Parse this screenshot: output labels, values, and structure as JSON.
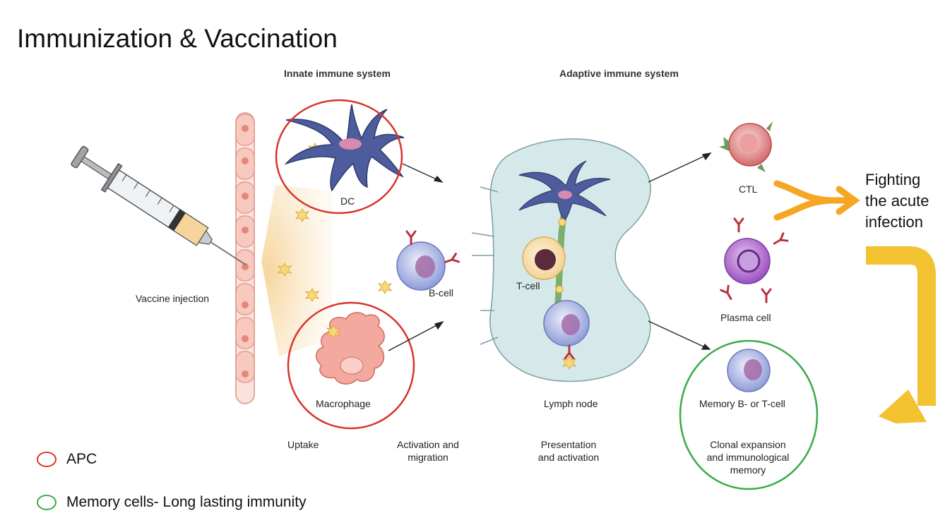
{
  "title": "Immunization & Vaccination",
  "headers": {
    "innate": "Innate immune system",
    "adaptive": "Adaptive immune system"
  },
  "labels": {
    "vaccine_injection": "Vaccine injection",
    "dc": "DC",
    "b_cell": "B-cell",
    "macrophage": "Macrophage",
    "t_cell": "T-cell",
    "lymph_node": "Lymph node",
    "ctl": "CTL",
    "plasma_cell": "Plasma cell",
    "memory_cell": "Memory B- or T-cell"
  },
  "stages": {
    "uptake": "Uptake",
    "activation_line1": "Activation and",
    "activation_line2": "migration",
    "presentation_line1": "Presentation",
    "presentation_line2": "and activation",
    "clonal_line1": "Clonal expansion",
    "clonal_line2": "and immunological",
    "clonal_line3": "memory"
  },
  "side_note": {
    "line1": "Fighting",
    "line2": "the acute",
    "line3": "infection"
  },
  "legend": [
    {
      "label": "APC",
      "color": "#d9342b"
    },
    {
      "label": "Memory cells- Long lasting immunity",
      "color": "#3aaa48"
    }
  ],
  "colors": {
    "apc_circle": "#d9342b",
    "memory_circle": "#3aaa48",
    "arrow_orange": "#f5a623",
    "arrow_yellow": "#f2c230",
    "lymph_fill": "#d6e9ea"
  }
}
